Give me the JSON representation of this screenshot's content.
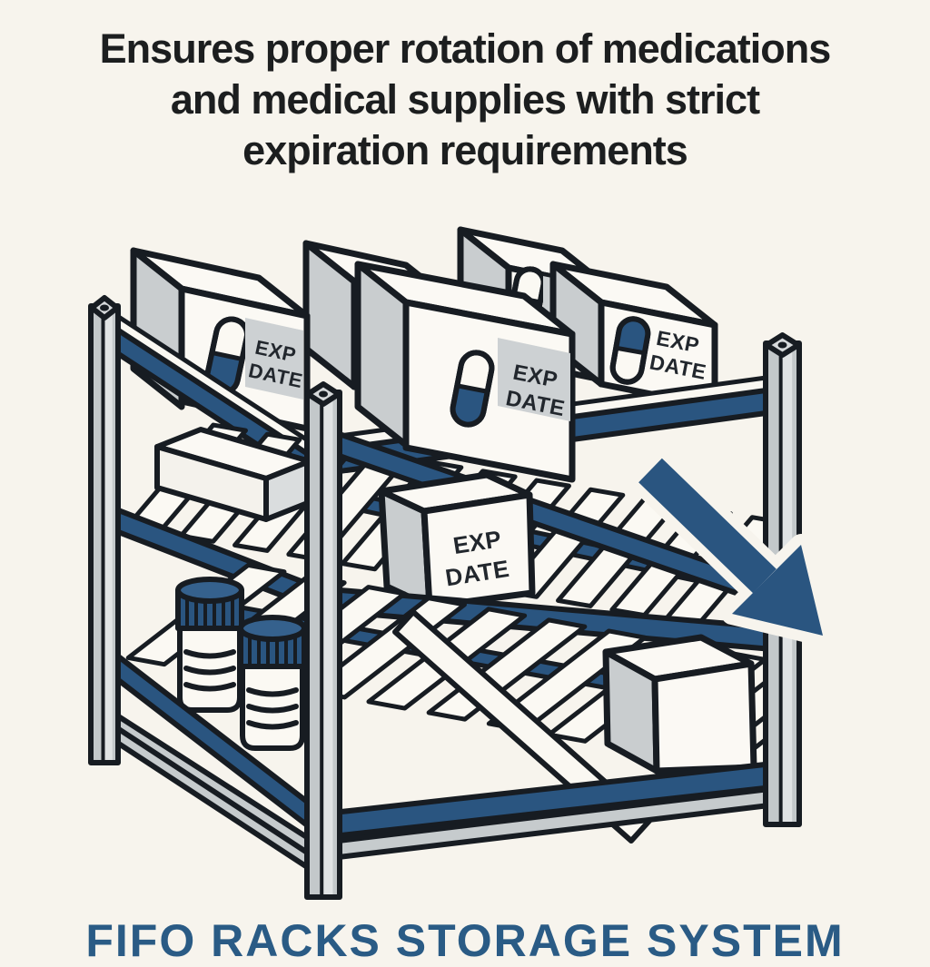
{
  "title": {
    "line1": "Ensures proper rotation of medications",
    "line2": "and medical supplies with strict",
    "line3": "expiration requirements"
  },
  "footer": {
    "caption": "FIFO RACKS STORAGE SYSTEM"
  },
  "rack": {
    "box_label": {
      "line1": "EXP",
      "line2": "DATE"
    },
    "colors": {
      "accent_blue": "#2A5580",
      "steel_gray": "#C3C8CA",
      "outline": "#171C22",
      "background": "#F7F4ED",
      "title_text": "#1C1E1F",
      "footer_blue": "#2A5B85"
    },
    "contents": {
      "top_shelf_medication_boxes": 5,
      "boxes_with_exp_date_label": 4,
      "middle_shelf_boxes": 2,
      "bottom_shelf_pill_bottles": 2,
      "bottom_shelf_plain_boxes": 1,
      "shelf_levels": 3
    }
  }
}
